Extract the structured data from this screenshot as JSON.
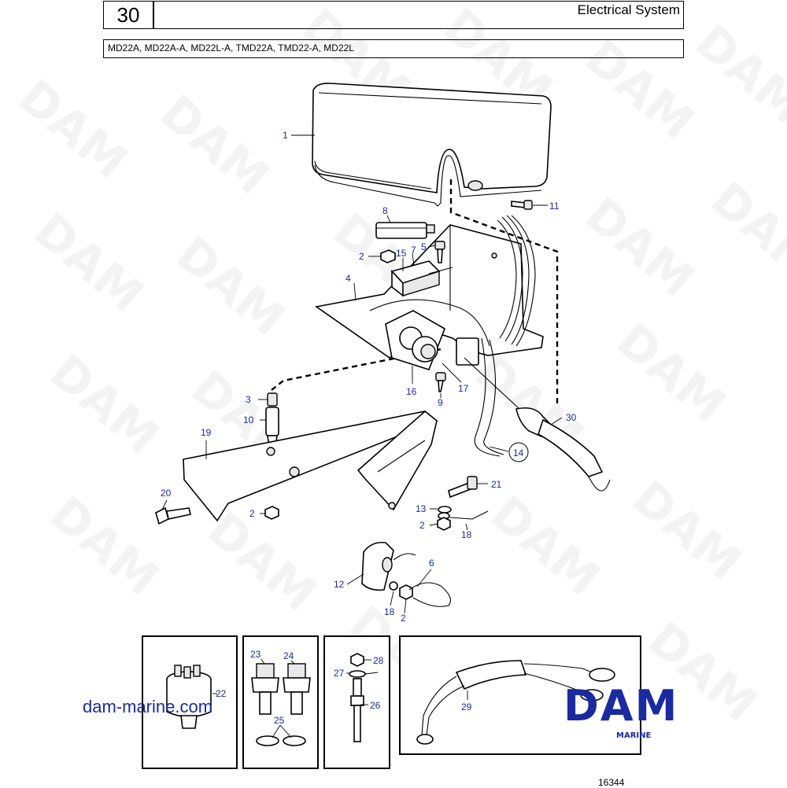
{
  "header": {
    "section_number": "30",
    "section_title": "Electrical System",
    "models": "MD22A, MD22A-A, MD22L-A, TMD22A, TMD22-A, MD22L"
  },
  "callouts": {
    "p1": "1",
    "p2a": "2",
    "p2b": "2",
    "p2c": "2",
    "p2d": "2",
    "p3": "3",
    "p4": "4",
    "p5": "5",
    "p6": "6",
    "p7": "7",
    "p8": "8",
    "p9": "9",
    "p10": "10",
    "p11": "11",
    "p12": "12",
    "p13": "13",
    "p14": "14",
    "p15": "15",
    "p16": "16",
    "p17": "17",
    "p18a": "18",
    "p18b": "18",
    "p19": "19",
    "p20": "20",
    "p21": "21",
    "p22": "22",
    "p23": "23",
    "p24": "24",
    "p25": "25",
    "p26": "26",
    "p27": "27",
    "p28": "28",
    "p29": "29",
    "p30": "30"
  },
  "branding": {
    "website": "dam-marine.com",
    "logo": "DAM",
    "logo_sub": "MARINE",
    "watermark": "DAM",
    "brand_color": "#1a2aa0"
  },
  "figure_number": "16344"
}
